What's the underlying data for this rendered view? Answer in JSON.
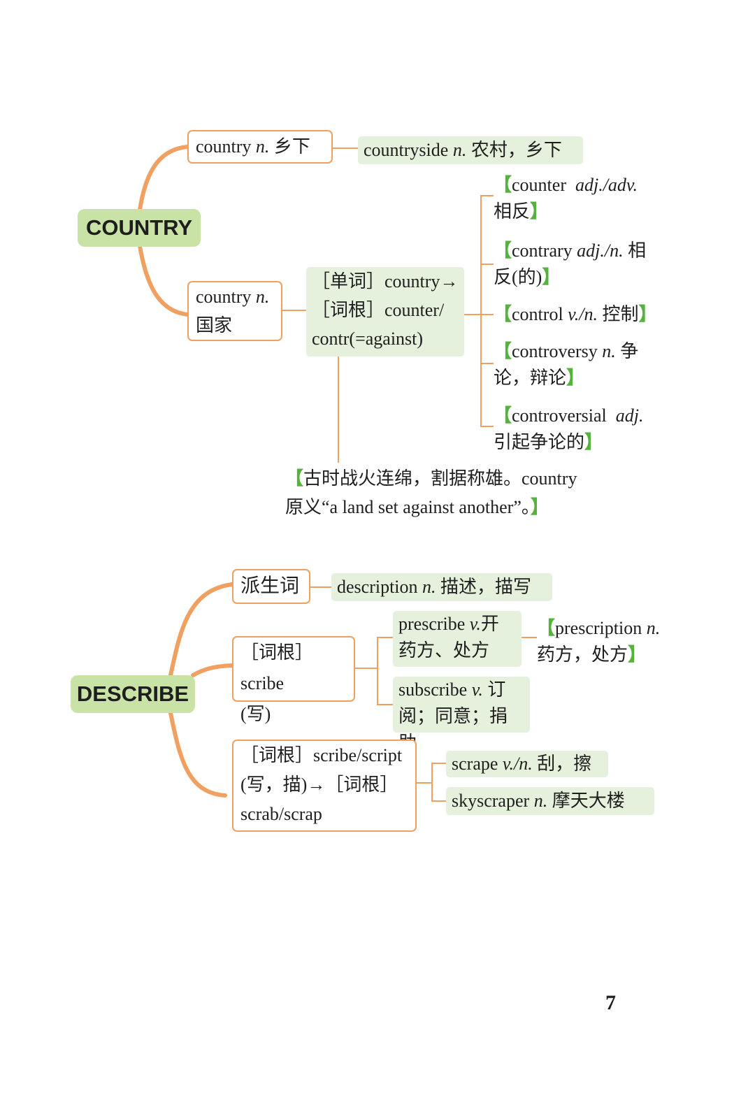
{
  "country": {
    "root": "COUNTRY",
    "branch1": {
      "word": "country",
      "pos": "n.",
      "meaning": "乡下"
    },
    "branch1_derived": {
      "word": "countryside",
      "pos": "n.",
      "meaning": "农村，乡下"
    },
    "branch2": {
      "word": "country",
      "pos": "n.",
      "meaning": "国家"
    },
    "etymology": {
      "line1": "［单词］country→",
      "line2": "［词根］counter/",
      "line3": "contr(=against)"
    },
    "derived": [
      {
        "word": "counter",
        "pos": "adj./adv.",
        "meaning": "相反"
      },
      {
        "word": "contrary",
        "pos": "adj./n.",
        "meaning": "相反(的)"
      },
      {
        "word": "control",
        "pos": "v./n.",
        "meaning": "控制"
      },
      {
        "word": "controversy",
        "pos": "n.",
        "meaning": "争论，辩论"
      },
      {
        "word": "controversial",
        "pos": "adj.",
        "meaning": "引起争论的"
      }
    ],
    "note": {
      "line1": "古时战火连绵，割据称雄。country",
      "line2": "原义“a land set against another”。"
    },
    "brackets": {
      "open": "【",
      "close": "】"
    }
  },
  "describe": {
    "root": "DESCRIBE",
    "derivative_label": "派生词",
    "derivative": {
      "word": "description",
      "pos": "n.",
      "meaning": "描述，描写"
    },
    "root1": {
      "line1": "［词根］scribe",
      "line2": "(写)"
    },
    "root1_children": [
      {
        "word": "prescribe",
        "pos": "v.",
        "meaning_a": "开",
        "meaning_b": "药方、处方"
      },
      {
        "word": "subscribe",
        "pos": "v.",
        "meaning_a": "订",
        "meaning_b": "阅；同意；捐助"
      }
    ],
    "prescription": {
      "word": "prescription",
      "pos": "n.",
      "meaning": "药方，处方"
    },
    "root2": {
      "line1": "［词根］scribe/script",
      "line2": "(写，描)→［词根］",
      "line3": "scrab/scrap"
    },
    "root2_children": [
      {
        "word": "scrape",
        "pos": "v./n.",
        "meaning": "刮，擦"
      },
      {
        "word": "skyscraper",
        "pos": "n.",
        "meaning": "摩天大楼"
      }
    ]
  },
  "page_number": "7",
  "colors": {
    "orange": "#f0a060",
    "green_root": "#c9e2a6",
    "green_box": "#e6f1dd",
    "bracket": "#56b23c"
  }
}
